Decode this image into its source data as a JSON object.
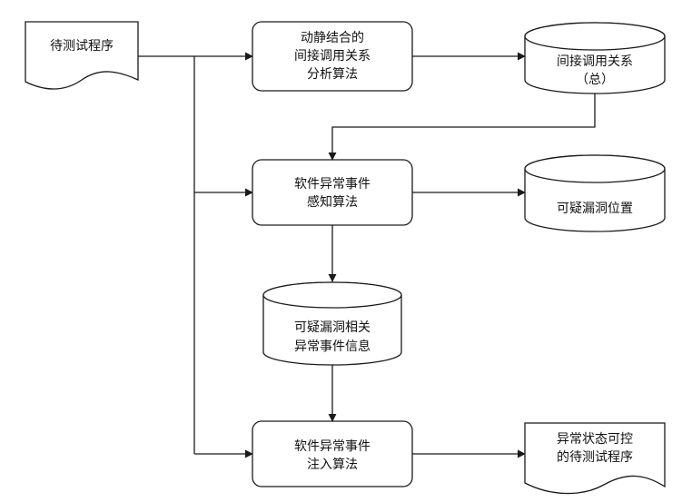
{
  "nodes": {
    "program_under_test": {
      "lines": [
        "待测试程序"
      ]
    },
    "static_dynamic_analysis": {
      "lines": [
        "动静结合的",
        "间接调用关系",
        "分析算法"
      ]
    },
    "indirect_call_total": {
      "lines": [
        "间接调用关系",
        "（总）"
      ]
    },
    "anomaly_perception": {
      "lines": [
        "软件异常事件",
        "感知算法"
      ]
    },
    "suspicious_vuln_location": {
      "lines": [
        "可疑漏洞位置"
      ]
    },
    "suspicious_event_info": {
      "lines": [
        "可疑漏洞相关",
        "异常事件信息"
      ]
    },
    "anomaly_injection": {
      "lines": [
        "软件异常事件",
        "注入算法"
      ]
    },
    "controllable_program": {
      "lines": [
        "异常状态可控",
        "的待测试程序"
      ]
    }
  }
}
